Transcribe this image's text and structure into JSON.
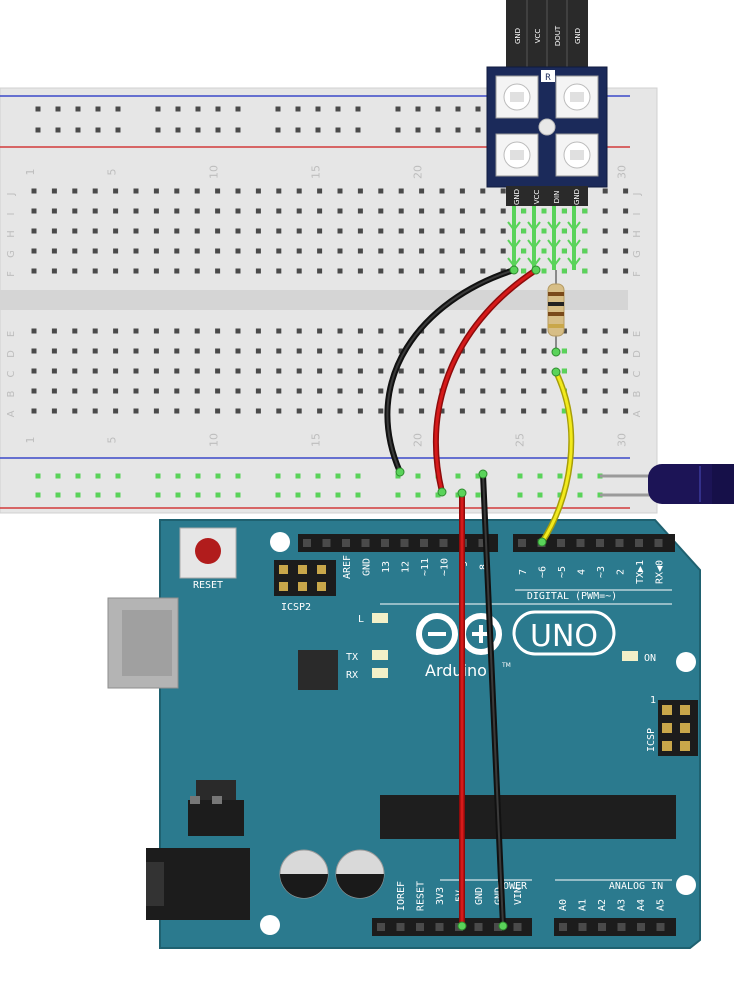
{
  "colors": {
    "board": "#2b7a8e",
    "board_edge": "#1f6170",
    "breadboard": "#e6e6e6",
    "wire_red": "#c40f0f",
    "wire_black": "#222222",
    "wire_yellow": "#f2ea1c",
    "pin_green": "#5ad35a",
    "module": "#1b2a5a"
  },
  "breadboard": {
    "column_numbers": [
      "1",
      "5",
      "10",
      "15",
      "20",
      "25",
      "30"
    ],
    "row_letters_top": [
      "J",
      "I",
      "H",
      "G",
      "F"
    ],
    "row_letters_bottom": [
      "E",
      "D",
      "C",
      "B",
      "A"
    ]
  },
  "led_module": {
    "top_pins": [
      "GND",
      "VCC",
      "DOUT",
      "GND"
    ],
    "bottom_pins": [
      "GND",
      "VCC",
      "DIN",
      "GND"
    ],
    "mark": "R"
  },
  "arduino": {
    "reset_label": "RESET",
    "icsp2_label": "ICSP2",
    "icsp_label": "ICSP",
    "icsp_pin1": "1",
    "digital_header_left": [
      "AREF",
      "GND",
      "13",
      "12",
      "~11",
      "~10",
      "~9",
      "8"
    ],
    "digital_header_right": [
      "7",
      "~6",
      "~5",
      "4",
      "~3",
      "2",
      "TX▶1",
      "RX◀0"
    ],
    "digital_label": "DIGITAL (PWM=~)",
    "led_labels": {
      "l": "L",
      "tx": "TX",
      "rx": "RX",
      "on": "ON"
    },
    "logo_text": "UNO",
    "brand": "Arduino",
    "tm": "TM",
    "power_label": "POWER",
    "power_header": [
      "IOREF",
      "RESET",
      "3V3",
      "5V",
      "GND",
      "GND",
      "VIN"
    ],
    "analog_label": "ANALOG IN",
    "analog_header": [
      "A0",
      "A1",
      "A2",
      "A3",
      "A4",
      "A5"
    ]
  }
}
